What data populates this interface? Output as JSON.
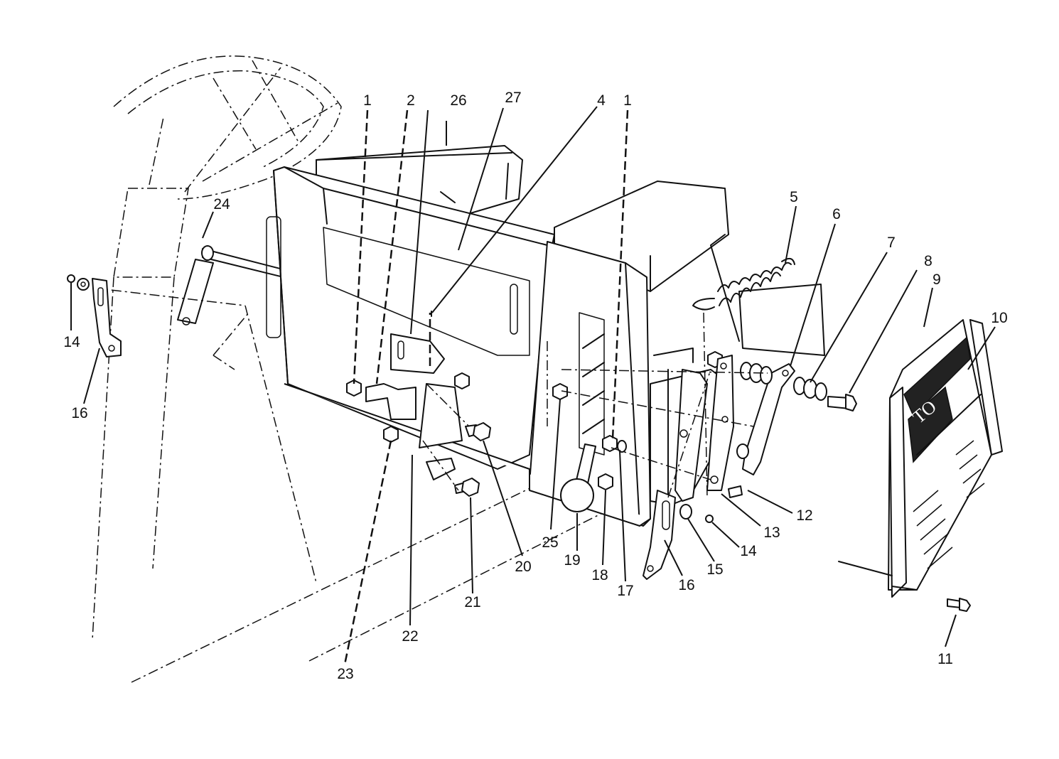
{
  "callouts": [
    {
      "id": "c1a",
      "text": "1"
    },
    {
      "id": "c2",
      "text": "2"
    },
    {
      "id": "c26",
      "text": "26"
    },
    {
      "id": "c27",
      "text": "27"
    },
    {
      "id": "c4",
      "text": "4"
    },
    {
      "id": "c1b",
      "text": "1"
    },
    {
      "id": "c5",
      "text": "5"
    },
    {
      "id": "c6",
      "text": "6"
    },
    {
      "id": "c7",
      "text": "7"
    },
    {
      "id": "c8",
      "text": "8"
    },
    {
      "id": "c9",
      "text": "9"
    },
    {
      "id": "c10",
      "text": "10"
    },
    {
      "id": "c24",
      "text": "24"
    },
    {
      "id": "c14a",
      "text": "14"
    },
    {
      "id": "c16a",
      "text": "16"
    },
    {
      "id": "c12",
      "text": "12"
    },
    {
      "id": "c13",
      "text": "13"
    },
    {
      "id": "c14b",
      "text": "14"
    },
    {
      "id": "c15",
      "text": "15"
    },
    {
      "id": "c16b",
      "text": "16"
    },
    {
      "id": "c17",
      "text": "17"
    },
    {
      "id": "c18",
      "text": "18"
    },
    {
      "id": "c19",
      "text": "19"
    },
    {
      "id": "c25",
      "text": "25"
    },
    {
      "id": "c20",
      "text": "20"
    },
    {
      "id": "c21",
      "text": "21"
    },
    {
      "id": "c22",
      "text": "22"
    },
    {
      "id": "c23",
      "text": "23"
    },
    {
      "id": "c11",
      "text": "11"
    }
  ]
}
